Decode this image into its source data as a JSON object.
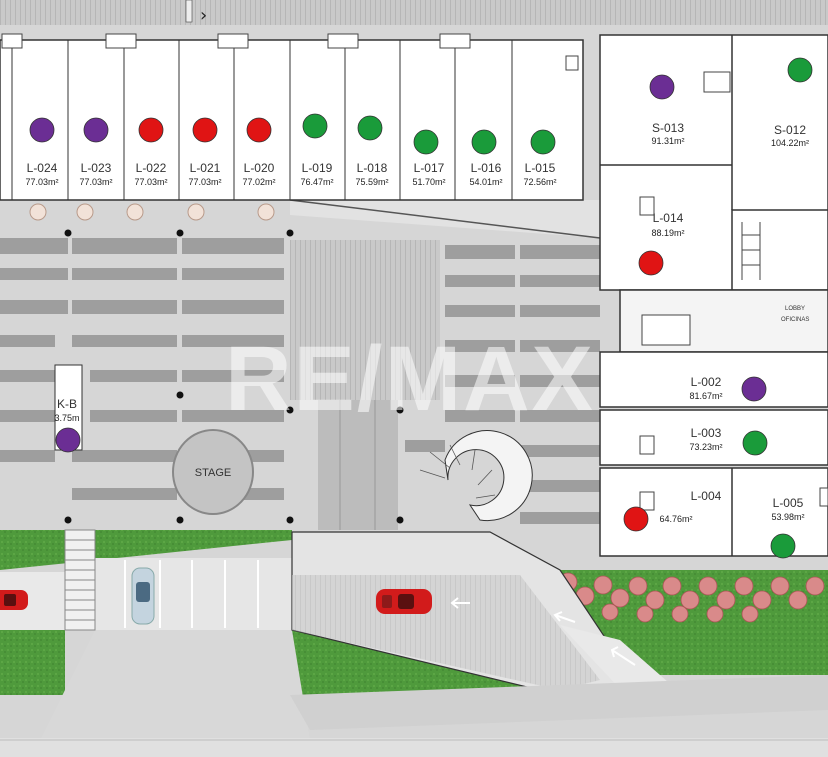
{
  "watermark": "RE/MAX",
  "stage_label": "STAGE",
  "lobby_label_1": "LOBBY",
  "lobby_label_2": "OFICINAS",
  "status_colors": {
    "available": "#1a9b3a",
    "reserved": "#6b2e94",
    "sold": "#e01414"
  },
  "top_units": [
    {
      "name": "L-024",
      "area": "77.03m²",
      "status": "reserved"
    },
    {
      "name": "L-023",
      "area": "77.03m²",
      "status": "reserved"
    },
    {
      "name": "L-022",
      "area": "77.03m²",
      "status": "sold"
    },
    {
      "name": "L-021",
      "area": "77.03m²",
      "status": "sold"
    },
    {
      "name": "L-020",
      "area": "77.02m²",
      "status": "sold"
    },
    {
      "name": "L-019",
      "area": "76.47m²",
      "status": "available"
    },
    {
      "name": "L-018",
      "area": "75.59m²",
      "status": "available"
    },
    {
      "name": "L-017",
      "area": "51.70m²",
      "status": "available"
    },
    {
      "name": "L-016",
      "area": "54.01m²",
      "status": "available"
    },
    {
      "name": "L-015",
      "area": "72.56m²",
      "status": "available"
    }
  ],
  "side_units": [
    {
      "name": "S-013",
      "area": "91.31m²",
      "status": "reserved"
    },
    {
      "name": "S-012",
      "area": "104.22m²",
      "status": "available"
    },
    {
      "name": "L-014",
      "area": "88.19m²",
      "status": "sold"
    },
    {
      "name": "L-002",
      "area": "81.67m²",
      "status": "reserved"
    },
    {
      "name": "L-003",
      "area": "73.23m²",
      "status": "available"
    },
    {
      "name": "L-004",
      "area": "64.76m²",
      "status": "sold"
    },
    {
      "name": "L-005",
      "area": "53.98m²",
      "status": "available"
    },
    {
      "name": "K-B",
      "area": "3.75m",
      "status": "reserved"
    }
  ]
}
